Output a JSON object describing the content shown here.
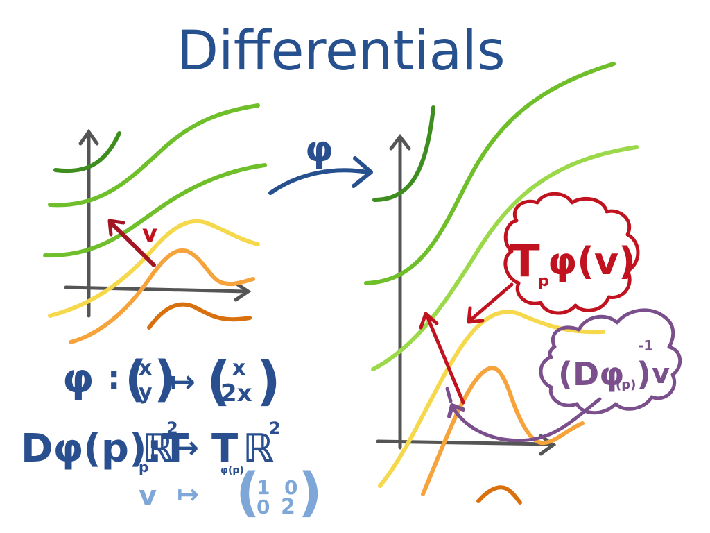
{
  "title": "Differentials",
  "map_label": "φ",
  "vector_label": "v",
  "formula_map": {
    "phi": "φ",
    "colon": ":",
    "x": "x",
    "y": "y",
    "maps_to": "↦",
    "top": "x",
    "bottom": "2x"
  },
  "formula_diff": {
    "lhs": "Dφ(p):T",
    "sub_p": "p",
    "space": "ℝ",
    "exp": "2",
    "maps_to": "↦",
    "rhs": "T",
    "sub_phi_p": "φ(p)"
  },
  "formula_matrix": {
    "v": "v",
    "maps_to": "↦",
    "m11": "1",
    "m12": "0",
    "m21": "0",
    "m22": "2"
  },
  "bubble_red": {
    "main": "T",
    "sub": "p",
    "rest": "φ(v)"
  },
  "bubble_purple": {
    "main": "(Dφ",
    "sub": "(p)",
    "close": ")",
    "exp": "-1",
    "tail": "v"
  },
  "colors": {
    "title": "#27508f",
    "dark_green": "#3d8d1f",
    "green": "#6fbf2b",
    "light_green": "#9bd94a",
    "yellow": "#f5d84b",
    "orange": "#f6a33b",
    "dark_orange": "#d9700e",
    "red": "#c1121f",
    "purple": "#7a4f8c",
    "blue": "#2a4f8f",
    "light_blue": "#7ea7d8",
    "axis": "#555555"
  }
}
